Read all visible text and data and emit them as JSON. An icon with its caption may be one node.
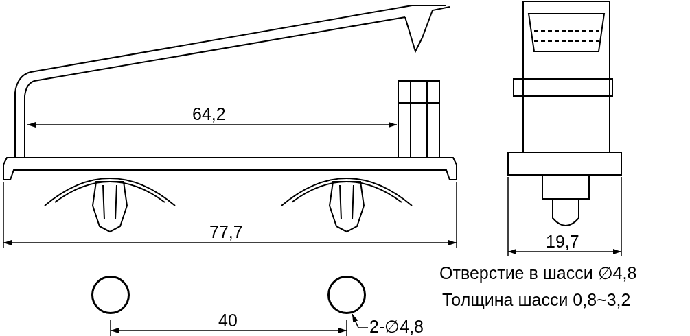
{
  "diagram": {
    "nodes": [
      {
        "text": [],
        "shape": "circle"
      },
      {
        "text": [],
        "shape": "circle"
      },
      {
        "text": [
          "2-∅4,8"
        ]
      }
    ],
    "edges": [
      {
        "from": 2,
        "to": 1,
        "arrow": "to"
      }
    ],
    "labels": [
      "64,2",
      "77,7",
      "19,7",
      "Отверстие в шасси ∅4,8",
      "Толщина шасси 0,8~3,2",
      "40"
    ]
  }
}
